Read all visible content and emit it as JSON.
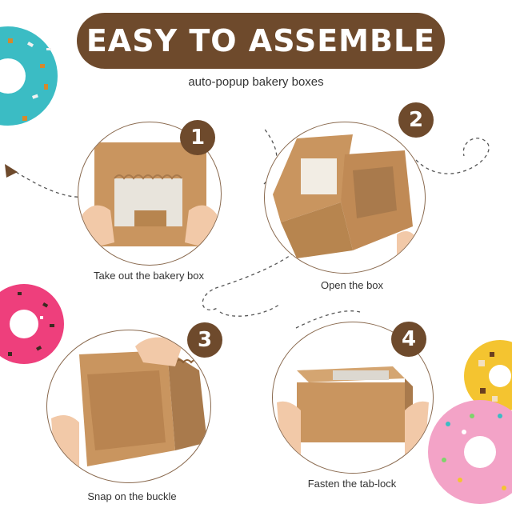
{
  "header": {
    "title": "EASY TO ASSEMBLE",
    "subtitle": "auto-popup bakery boxes"
  },
  "steps": [
    {
      "number": "1",
      "caption": "Take out the bakery box"
    },
    {
      "number": "2",
      "caption": "Open the box"
    },
    {
      "number": "3",
      "caption": "Snap on the buckle"
    },
    {
      "number": "4",
      "caption": "Fasten the tab-lock"
    }
  ],
  "colors": {
    "brand_brown": "#6e4a2c",
    "kraft": "#c9955f",
    "teal_icing": "#3bbcc4",
    "pink_icing": "#ee3f7c",
    "yellow_icing": "#f4c430"
  },
  "icons": [
    "donut-teal-icon",
    "donut-pink-icon",
    "donut-yellow-icon",
    "donut-light-pink-icon",
    "arrow-tip-icon"
  ]
}
